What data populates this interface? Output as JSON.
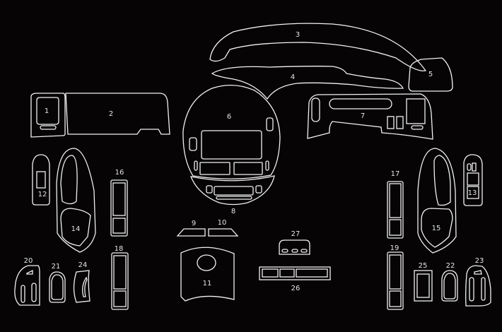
{
  "parts": {
    "p1": "1",
    "p2": "2",
    "p3": "3",
    "p4": "4",
    "p5": "5",
    "p6": "6",
    "p7": "7",
    "p8": "8",
    "p9": "9",
    "p10": "10",
    "p11": "11",
    "p12": "12",
    "p13": "13",
    "p14": "14",
    "p15": "15",
    "p16": "16",
    "p17": "17",
    "p18": "18",
    "p19": "19",
    "p20": "20",
    "p21": "21",
    "p22": "22",
    "p23": "23",
    "p24": "24",
    "p25": "25",
    "p26": "26",
    "p27": "27"
  },
  "colors": {
    "background": "#060404",
    "outline": "#f2f2f2"
  }
}
